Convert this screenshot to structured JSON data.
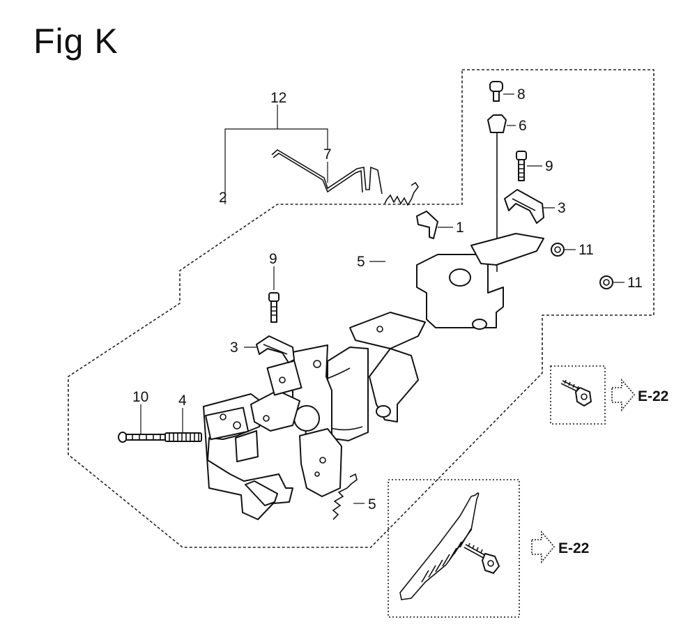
{
  "figure": {
    "title": "Fig K"
  },
  "callouts": {
    "c12": "12",
    "c7": "7",
    "c2": "2",
    "c8": "8",
    "c6": "6",
    "c9a": "9",
    "c3a": "3",
    "c1": "1",
    "c5a": "5",
    "c11a": "11",
    "c11b": "11",
    "c9b": "9",
    "c3b": "3",
    "c10": "10",
    "c4": "4",
    "c5b": "5"
  },
  "references": {
    "ref1": "E-22",
    "ref2": "E-22"
  }
}
